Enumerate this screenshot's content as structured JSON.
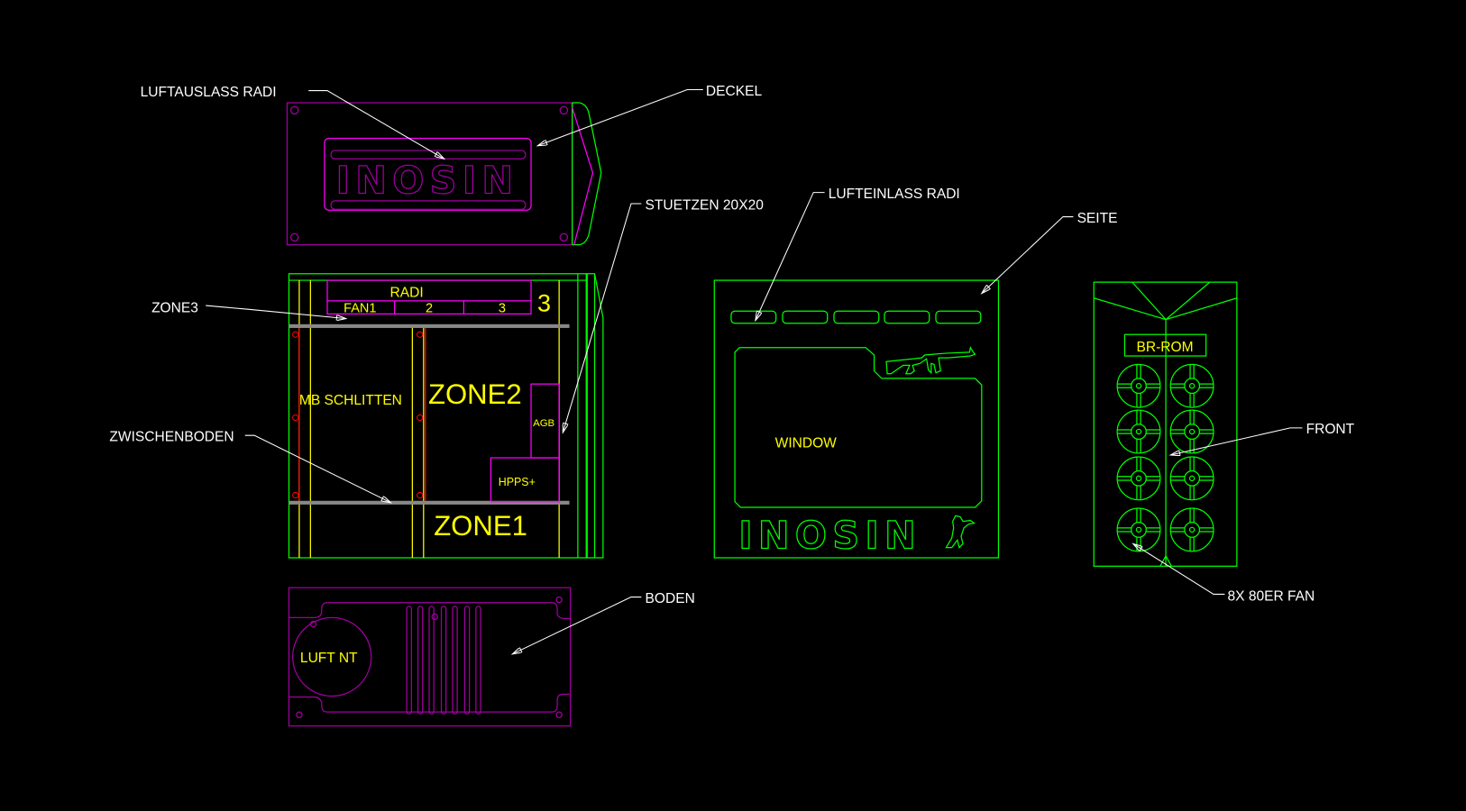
{
  "labels": {
    "luftauslass_radi": "LUFTAUSLASS RADI",
    "deckel": "DECKEL",
    "stuetzen": "STUETZEN 20X20",
    "lufteinlass_radi": "LUFTEINLASS RADI",
    "seite": "SEITE",
    "zone3": "ZONE3",
    "zwischenboden": "ZWISCHENBODEN",
    "boden": "BODEN",
    "front": "FRONT",
    "fans": "8X 80ER FAN"
  },
  "front_view": {
    "radi": "RADI",
    "fan1": "FAN1",
    "fan2": "2",
    "fan3": "3",
    "radi_count": "3",
    "mb_schlitten": "MB SCHLITTEN",
    "zone2": "ZONE2",
    "agb": "AGB",
    "hpps": "HPPS+",
    "zone1": "ZONE1"
  },
  "deckel_logo": "INOSIN",
  "boden_view": {
    "luft_nt": "LUFT NT"
  },
  "seite_view": {
    "window": "WINDOW",
    "logo": "INOSIN"
  },
  "front_panel": {
    "br_rom": "BR-ROM"
  },
  "colors": {
    "background": "#000000",
    "green": "#00ff00",
    "magenta": "#ff00ff",
    "yellow": "#ffff00",
    "purple": "#a000a0",
    "red": "#ff0000",
    "leader": "#ffffff"
  }
}
